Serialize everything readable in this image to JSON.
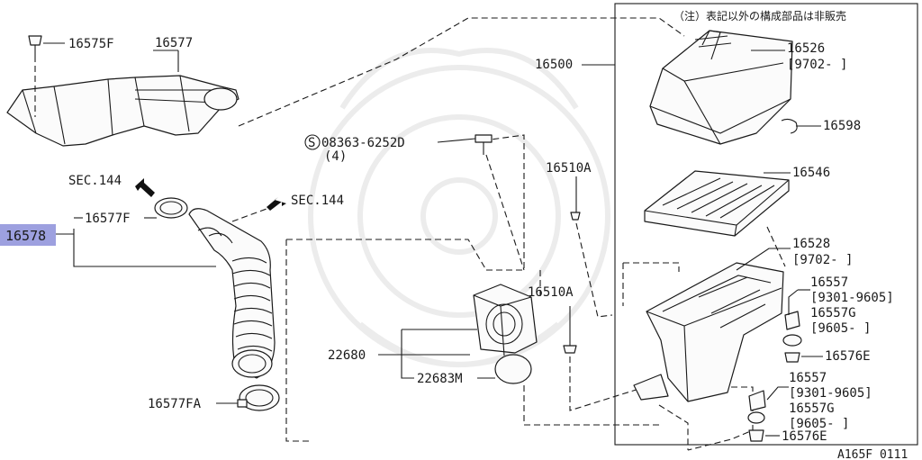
{
  "diagram": {
    "note": "（注）表記以外の構成部品は非販売",
    "code": "A165F 0111",
    "highlight_number": "16578",
    "labels": {
      "p16575F": "16575F",
      "p16577": "16577",
      "p16500": "16500",
      "p16526": "16526",
      "p16526_date": "[9702-     ]",
      "p16598": "16598",
      "p16546": "16546",
      "bolt_symbol": "S",
      "bolt_number": "08363-6252D",
      "bolt_qty": "(4)",
      "p16510A_top": "16510A",
      "p16510A_mid": "16510A",
      "sec144_left": "SEC.144",
      "sec144_right": "SEC.144",
      "p16577F": "16577F",
      "p16528": "16528",
      "p16528_date": "[9702-     ]",
      "p16557_a": "16557",
      "p16557_a_date": "[9301-9605]",
      "p16557G_a": "16557G",
      "p16557G_a_date": "[9605-     ]",
      "p16576E_a": "16576E",
      "p22680": "22680",
      "p22683M": "22683M",
      "p16577FA": "16577FA",
      "p16557_b": "16557",
      "p16557_b_date": "[9301-9605]",
      "p16557G_b": "16557G",
      "p16557G_b_date": "[9605-     ]",
      "p16576E_b": "16576E"
    }
  }
}
